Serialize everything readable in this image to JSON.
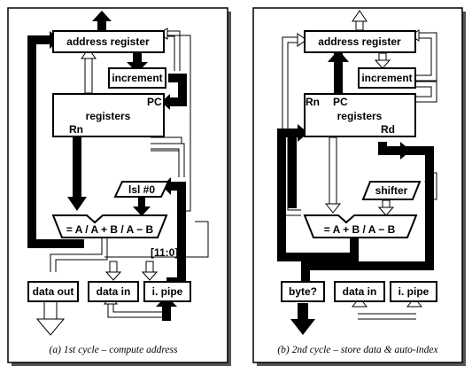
{
  "colors": {
    "ink": "#000000",
    "paper": "#ffffff",
    "panel_shadow": "#555555"
  },
  "panel_a": {
    "address_register": "address register",
    "increment": "increment",
    "registers": "registers",
    "pc": "PC",
    "rn": "Rn",
    "lsl": "lsl #0",
    "alu": "= A / A + B / A − B",
    "offset": "[11:0]",
    "data_out": "data out",
    "data_in": "data in",
    "i_pipe": "i. pipe",
    "caption": "(a) 1st cycle – compute address"
  },
  "panel_b": {
    "address_register": "address register",
    "increment": "increment",
    "registers": "registers",
    "pc": "PC",
    "rn": "Rn",
    "rd": "Rd",
    "shifter": "shifter",
    "alu": "= A + B / A − B",
    "byte": "byte?",
    "data_in": "data in",
    "i_pipe": "i. pipe",
    "caption": "(b) 2nd cycle – store data & auto-index"
  }
}
